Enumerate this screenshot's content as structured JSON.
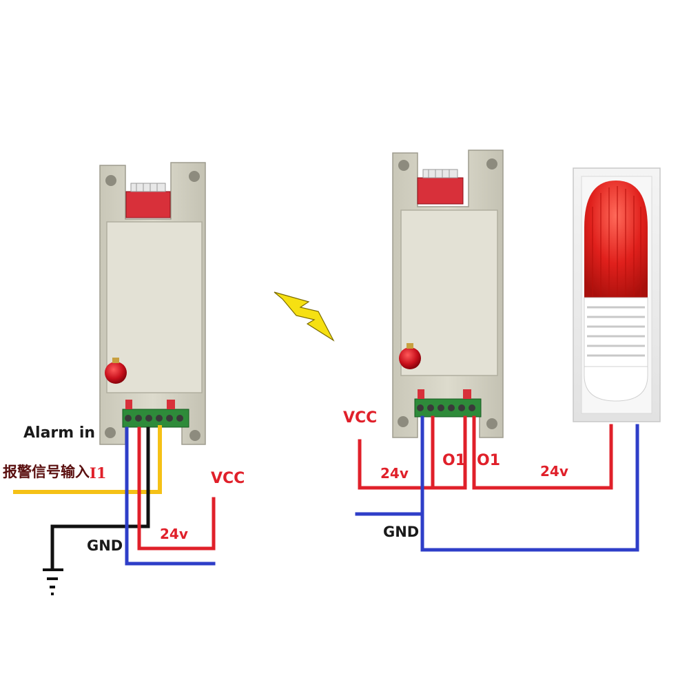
{
  "labels": {
    "alarm_in": "Alarm in",
    "alarm_cn": "报警信号输入",
    "i1": "I1",
    "vcc_left": "VCC",
    "v24_left": "24v",
    "gnd_left": "GND",
    "vcc_right": "VCC",
    "v24_right_a": "24v",
    "o1_a": "O1",
    "o1_b": "O1",
    "v24_right_b": "24v",
    "gnd_right": "GND"
  },
  "colors": {
    "wire_red": "#e0202a",
    "wire_blue": "#2e3ec8",
    "wire_black": "#111111",
    "wire_yellow": "#f5c116",
    "module_body": "#d8d6c8",
    "module_panel": "#e4e2d6",
    "dip_switch": "#d8303a",
    "terminal_green": "#2e8b3a",
    "antenna_red": "#c8101c",
    "strobe_red": "#e02020",
    "lightning_yellow": "#f6e012"
  },
  "icons": {
    "left_module": "wireless-transmitter-module",
    "right_module": "wireless-receiver-module",
    "strobe": "alarm-strobe-light",
    "signal": "lightning-bolt-icon",
    "ground": "ground-symbol-icon"
  }
}
